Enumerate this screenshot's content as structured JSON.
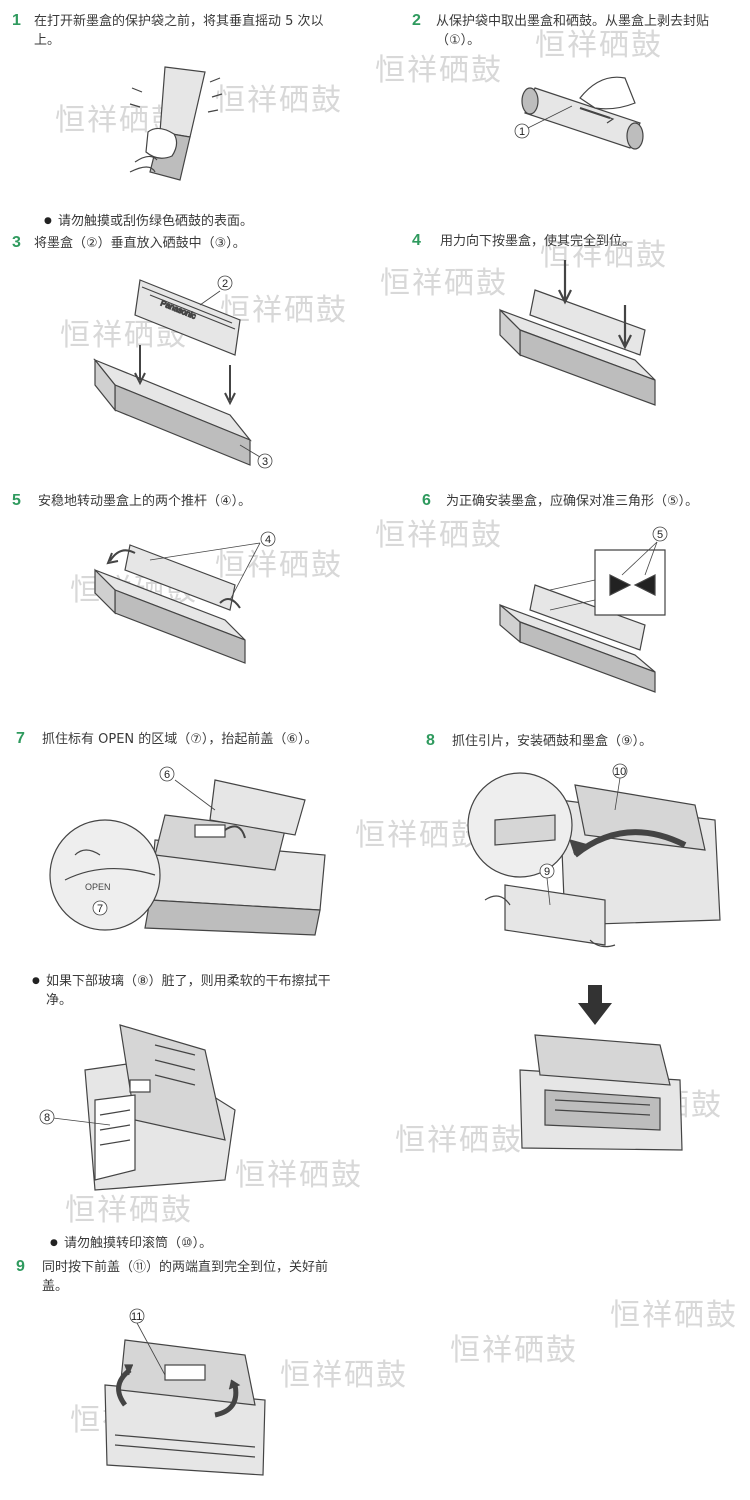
{
  "watermark": "恒祥硒鼓",
  "steps": [
    {
      "num": "1",
      "text": "在打开新墨盒的保护袋之前，将其垂直摇动 5 次以上。",
      "text_line2": ""
    },
    {
      "num": "2",
      "text": "从保护袋中取出墨盒和硒鼓。从墨盒上剥去封贴（①）。"
    },
    {
      "num": "3",
      "text": "将墨盒（②）垂直放入硒鼓中（③）。"
    },
    {
      "num": "4",
      "text": "用力向下按墨盒，使其完全到位。"
    },
    {
      "num": "5",
      "text": "安稳地转动墨盒上的两个推杆（④）。"
    },
    {
      "num": "6",
      "text": "为正确安装墨盒，应确保对准三角形（⑤）。"
    },
    {
      "num": "7",
      "text": "抓住标有 OPEN 的区域（⑦），抬起前盖（⑥）。"
    },
    {
      "num": "8",
      "text": "抓住引片，安装硒鼓和墨盒（⑨）。"
    },
    {
      "num": "9",
      "text": "同时按下前盖（⑪）的两端直到完全到位，关好前盖。"
    }
  ],
  "notes": {
    "drum_surface": "请勿触摸或刮伤绿色硒鼓的表面。",
    "glass": "如果下部玻璃（⑧）脏了，则用柔软的干布擦拭干净。",
    "roller": "请勿触摸转印滚筒（⑩）。"
  },
  "callouts": {
    "c1": "1",
    "c2": "2",
    "c3": "3",
    "c4": "4",
    "c5": "5",
    "c6": "6",
    "c7": "7",
    "c8": "8",
    "c9": "9",
    "c10": "10",
    "c11": "11"
  },
  "labels": {
    "brand": "Panasonic",
    "open": "OPEN"
  },
  "colors": {
    "step_number": "#2f9a5e",
    "line_art": "#444444",
    "fill_light": "#e6e6e6",
    "fill_mid": "#bdbdbd"
  }
}
